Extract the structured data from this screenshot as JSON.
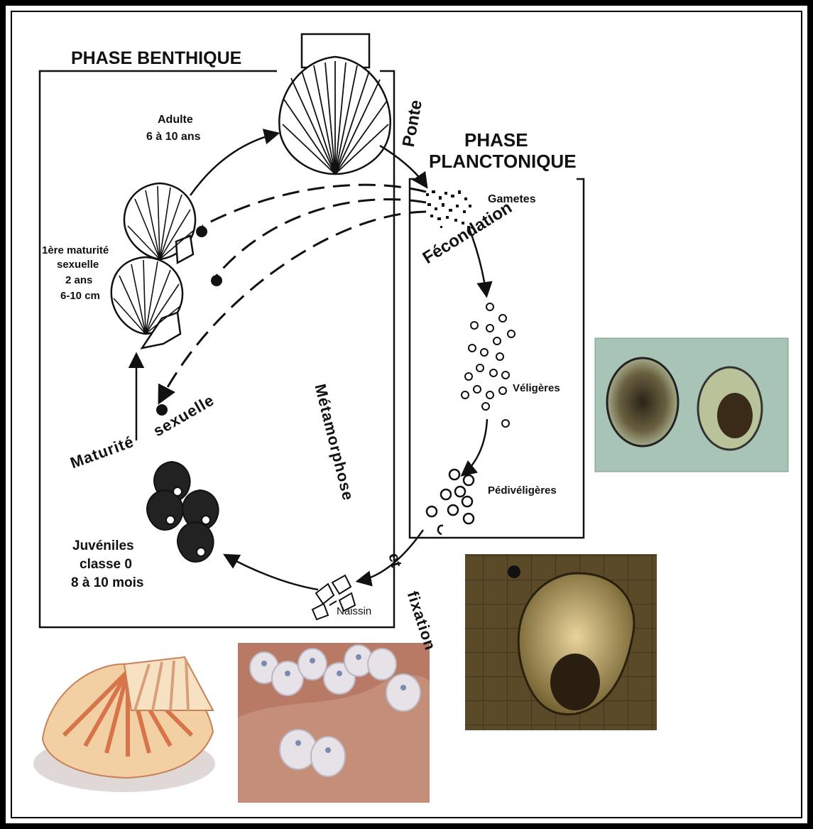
{
  "phases": {
    "benthic": "PHASE BENTHIQUE",
    "planktonic_line1": "PHASE",
    "planktonic_line2": "PLANCTONIQUE"
  },
  "stages": {
    "adult_line1": "Adulte",
    "adult_line2": "6 à 10 ans",
    "first_maturity_line1": "1ère maturité",
    "first_maturity_line2": "sexuelle",
    "first_maturity_line3": "2 ans",
    "first_maturity_line4": "6-10 cm",
    "gametes": "Gametes",
    "veligers": "Véligères",
    "pediveligers": "Pédivéligères",
    "spat": "Naissin",
    "juveniles_line1": "Juvéniles",
    "juveniles_line2": "classe 0",
    "juveniles_line3": "8 à 10 mois"
  },
  "processes": {
    "spawning": "Ponte",
    "fertilization": "Fécondation",
    "sexual_maturity_word1": "Maturité",
    "sexual_maturity_word2": "sexuelle",
    "metamorphosis": "Métamorphose",
    "and": "et",
    "fixation": "fixation"
  },
  "colors": {
    "ink": "#111111",
    "photo_green": "#a8c8b0",
    "photo_sepia": "#c8b07a",
    "photo_pink": "#c89480",
    "shell_orange": "#d87a4a"
  }
}
